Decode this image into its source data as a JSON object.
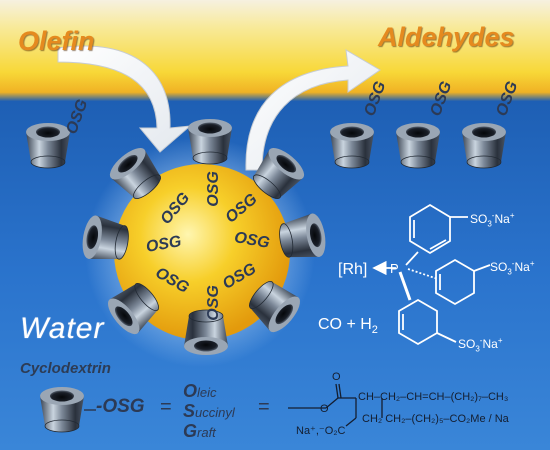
{
  "titles": {
    "olefin": "Olefin",
    "aldehydes": "Aldehydes",
    "water": "Water",
    "cyclodextrin": "Cyclodextrin"
  },
  "osg_tag": "OSG",
  "definition": {
    "osg": "-OSG",
    "equals": "=",
    "oleic_initial": "O",
    "oleic_rest": "leic",
    "succinyl_initial": "S",
    "succinyl_rest": "uccinyl",
    "graft_initial": "G",
    "graft_rest": "raft"
  },
  "catalyst": {
    "rh": "[Rh]",
    "phosphorus": "P",
    "sulfonate": "SO3-Na+",
    "gases": "CO + H2"
  },
  "structure": {
    "carbonyl_o": "O",
    "line1": "CH–CH₂–CH=CH–(CH₂)₇–CH₃",
    "line2": "CH₂ CH₂–(CH₂)₅–CO₂Me / Na",
    "counterion": "Na⁺,⁻O₂C"
  },
  "colors": {
    "title_orange": "#e58a1f",
    "water_blue": "#1e5fb4",
    "sky_yellow": "#f8d838",
    "core_yellow": "#f2b900",
    "label_navy": "#2c3a55"
  }
}
